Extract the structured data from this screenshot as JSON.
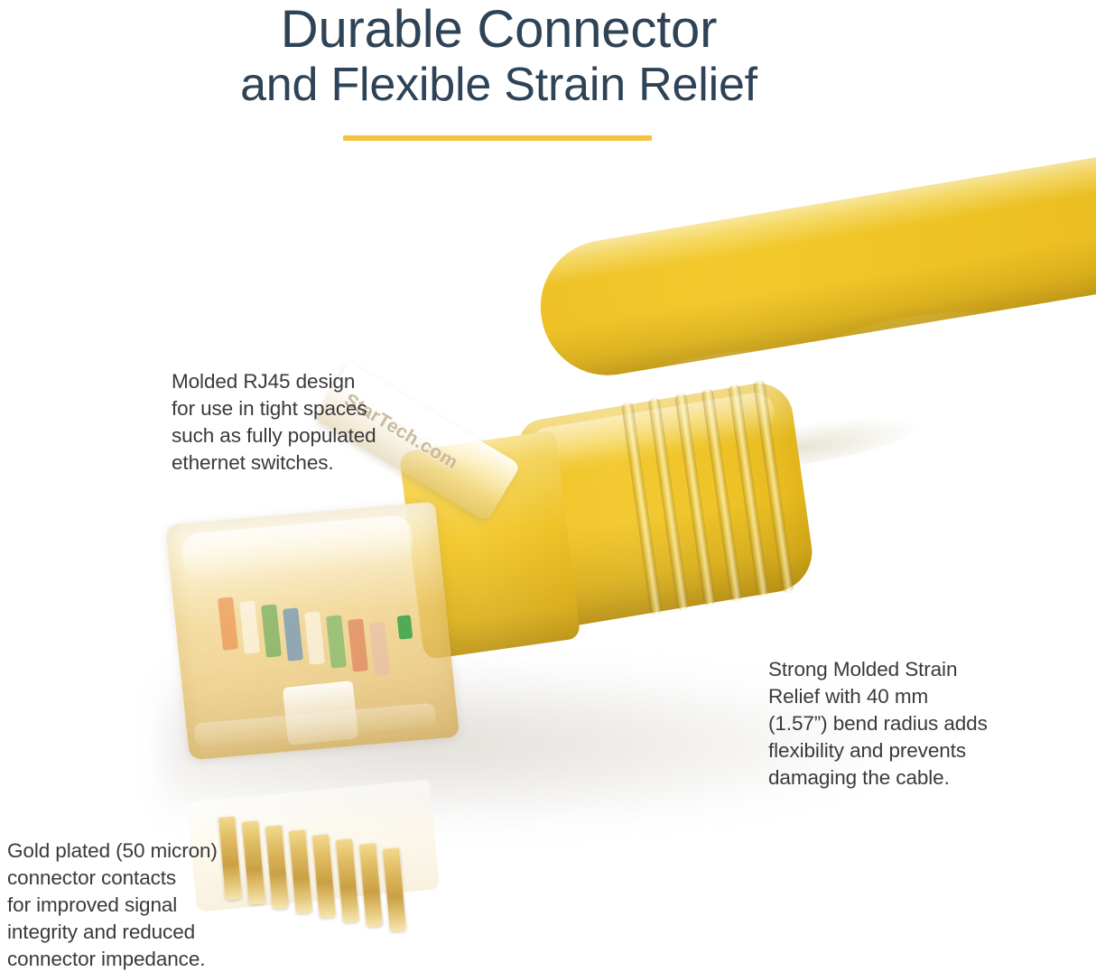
{
  "heading": {
    "line1": "Durable Connector",
    "line2": "and Flexible Strain Relief"
  },
  "accent": {
    "color": "#f5c43c"
  },
  "colors": {
    "heading_text": "#2e4356",
    "body_text": "#3a3a3c",
    "cable_yellow": "#efc42a",
    "background": "#ffffff",
    "gold_contact": "#e0bc63"
  },
  "callouts": [
    {
      "id": "molded-rj45",
      "lines": [
        "Molded RJ45 design",
        "for use in tight spaces",
        "such as fully populated",
        "ethernet switches."
      ]
    },
    {
      "id": "strain-relief",
      "lines": [
        "Strong Molded Strain",
        "Relief with 40 mm",
        "(1.57”) bend radius adds",
        "flexibility and prevents",
        "damaging the cable."
      ]
    },
    {
      "id": "gold-plated",
      "lines": [
        "Gold plated (50 micron)",
        "connector contacts",
        "for improved signal",
        "integrity and reduced",
        "connector impedance."
      ]
    }
  ],
  "product": {
    "brand_embossing": "StarTech.com",
    "contact_count": 8,
    "boot_rib_count": 6
  }
}
